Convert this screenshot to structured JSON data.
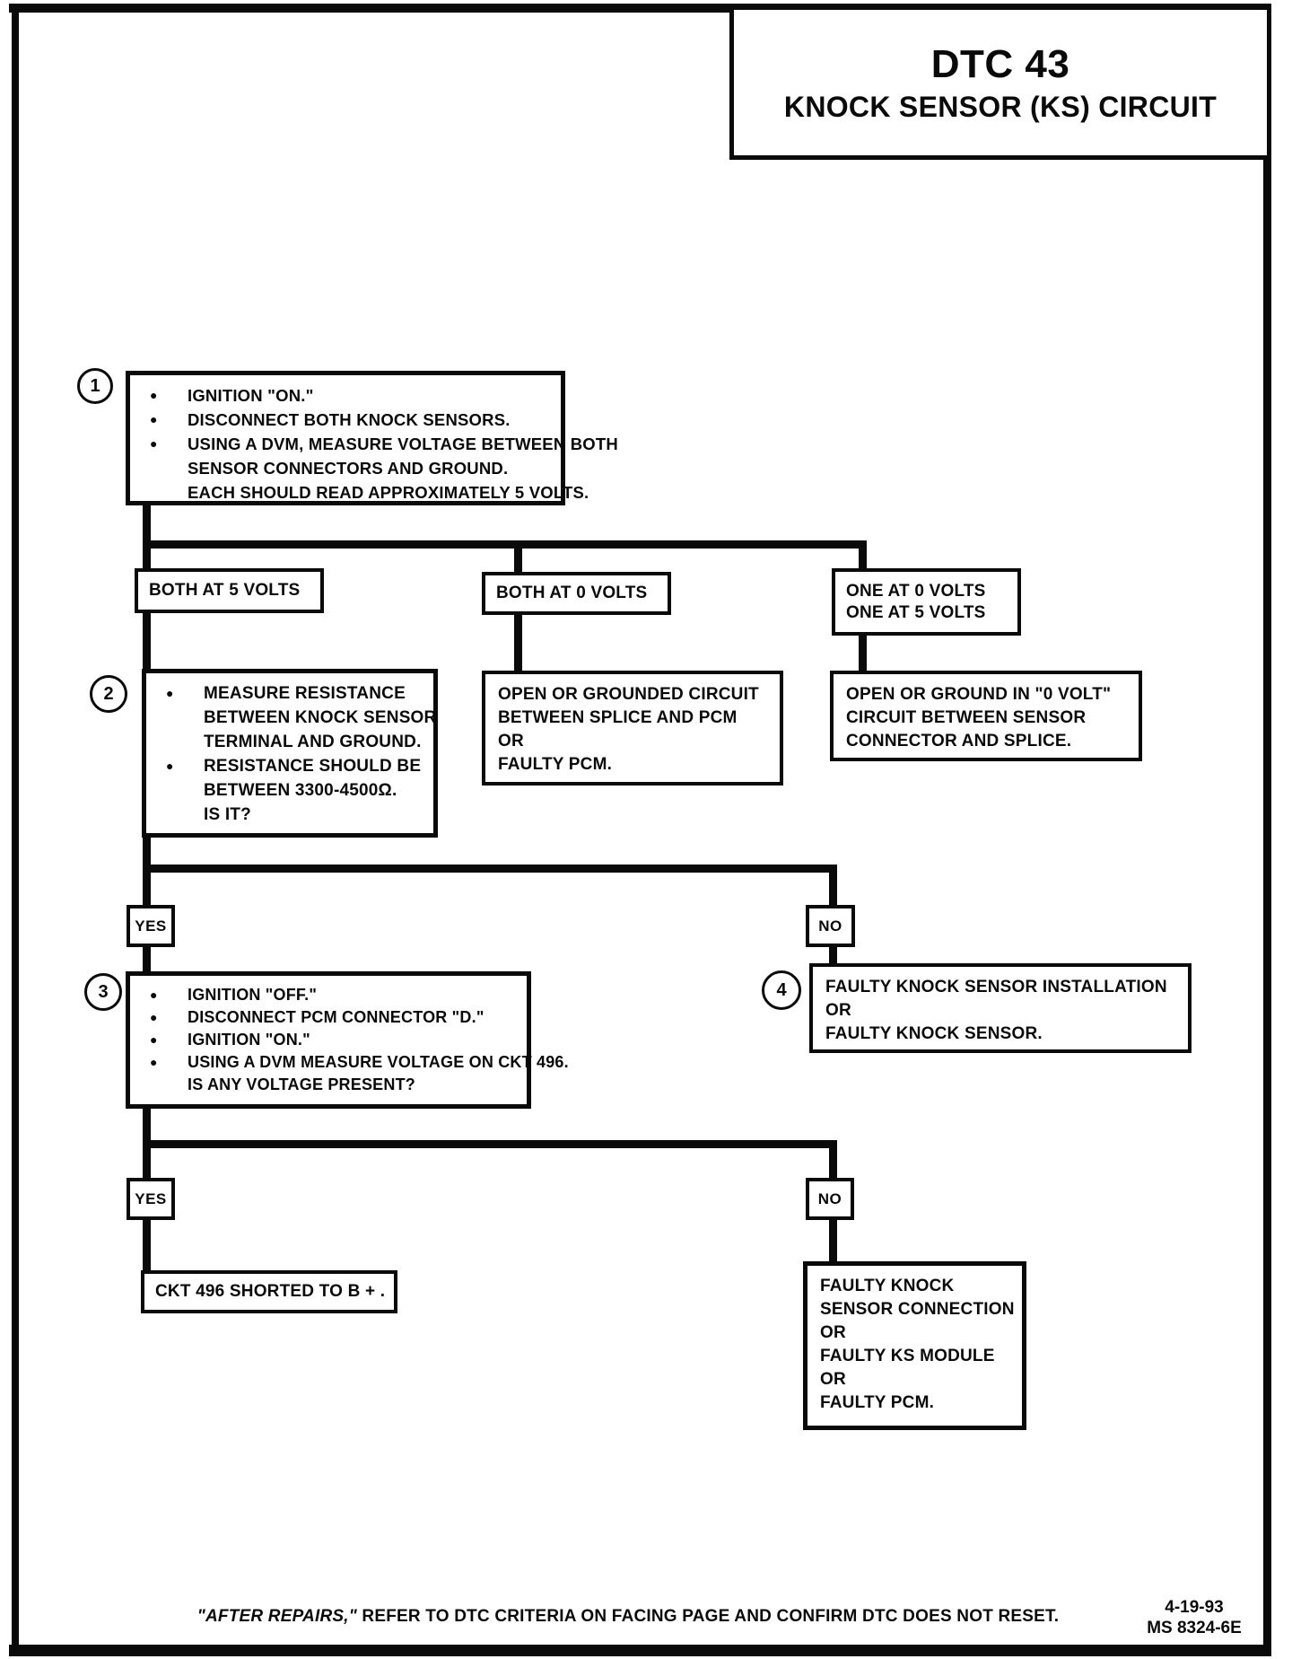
{
  "title": {
    "line1": "DTC 43",
    "line2": "KNOCK SENSOR (KS) CIRCUIT"
  },
  "decision": {
    "yes": "YES",
    "no": "NO"
  },
  "steps": {
    "s1": {
      "num": "1",
      "lines": [
        {
          "b": "●",
          "t": "IGNITION  \"ON.\""
        },
        {
          "b": "●",
          "t": "DISCONNECT BOTH KNOCK SENSORS."
        },
        {
          "b": "●",
          "t": "USING A DVM, MEASURE VOLTAGE BETWEEN BOTH"
        },
        {
          "b": "",
          "t": "SENSOR CONNECTORS AND GROUND."
        },
        {
          "b": "",
          "t": "EACH SHOULD READ APPROXIMATELY 5 VOLTS."
        }
      ]
    },
    "s2": {
      "num": "2",
      "lines": [
        {
          "b": "●",
          "t": "MEASURE RESISTANCE"
        },
        {
          "b": "",
          "t": "BETWEEN KNOCK SENSOR"
        },
        {
          "b": "",
          "t": "TERMINAL AND GROUND."
        },
        {
          "b": "●",
          "t": "RESISTANCE SHOULD BE"
        },
        {
          "b": "",
          "t": "BETWEEN 3300-4500Ω."
        },
        {
          "b": "",
          "t": "IS IT?"
        }
      ]
    },
    "s3": {
      "num": "3",
      "lines": [
        {
          "b": "●",
          "t": "IGNITION \"OFF.\""
        },
        {
          "b": "●",
          "t": "DISCONNECT PCM CONNECTOR \"D.\""
        },
        {
          "b": "●",
          "t": "IGNITION \"ON.\""
        },
        {
          "b": "●",
          "t": "USING A DVM MEASURE VOLTAGE ON CKT 496."
        },
        {
          "b": "",
          "t": "IS ANY VOLTAGE PRESENT?"
        }
      ]
    },
    "s4": {
      "num": "4",
      "lines": [
        "FAULTY KNOCK SENSOR INSTALLATION",
        "OR",
        "FAULTY KNOCK SENSOR."
      ]
    }
  },
  "branches": {
    "both5": "BOTH AT 5 VOLTS",
    "both0": "BOTH AT 0 VOLTS",
    "one0": "ONE AT 0 VOLTS",
    "one5": "ONE AT 5 VOLTS"
  },
  "outcomes": {
    "open_grounded": [
      "OPEN OR GROUNDED CIRCUIT",
      "BETWEEN SPLICE AND PCM",
      "OR",
      "FAULTY PCM."
    ],
    "open_ground_0v": [
      "OPEN OR GROUND IN \"0 VOLT\"",
      "CIRCUIT BETWEEN SENSOR",
      "CONNECTOR AND SPLICE."
    ],
    "ckt_shorted": "CKT 496 SHORTED TO B + .",
    "faulty_ks": [
      "FAULTY KNOCK",
      "SENSOR CONNECTION",
      "OR",
      "FAULTY KS MODULE",
      "OR",
      "FAULTY PCM."
    ]
  },
  "footer": {
    "note_italic": "\"AFTER REPAIRS,\"",
    "note_rest": " REFER TO DTC CRITERIA ON FACING PAGE AND CONFIRM DTC DOES NOT RESET.",
    "date": "4-19-93",
    "doc_id": "MS 8324-6E"
  }
}
